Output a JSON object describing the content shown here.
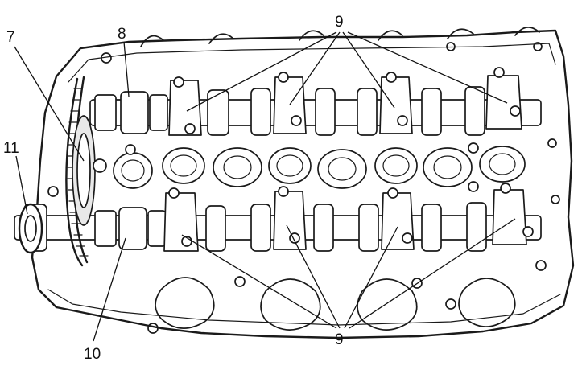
{
  "figure": {
    "callouts": [
      {
        "id": "7",
        "text": "7"
      },
      {
        "id": "8",
        "text": "8"
      },
      {
        "id": "9-top",
        "text": "9"
      },
      {
        "id": "9-bottom",
        "text": "9"
      },
      {
        "id": "10",
        "text": "10"
      },
      {
        "id": "11",
        "text": "11"
      }
    ]
  }
}
